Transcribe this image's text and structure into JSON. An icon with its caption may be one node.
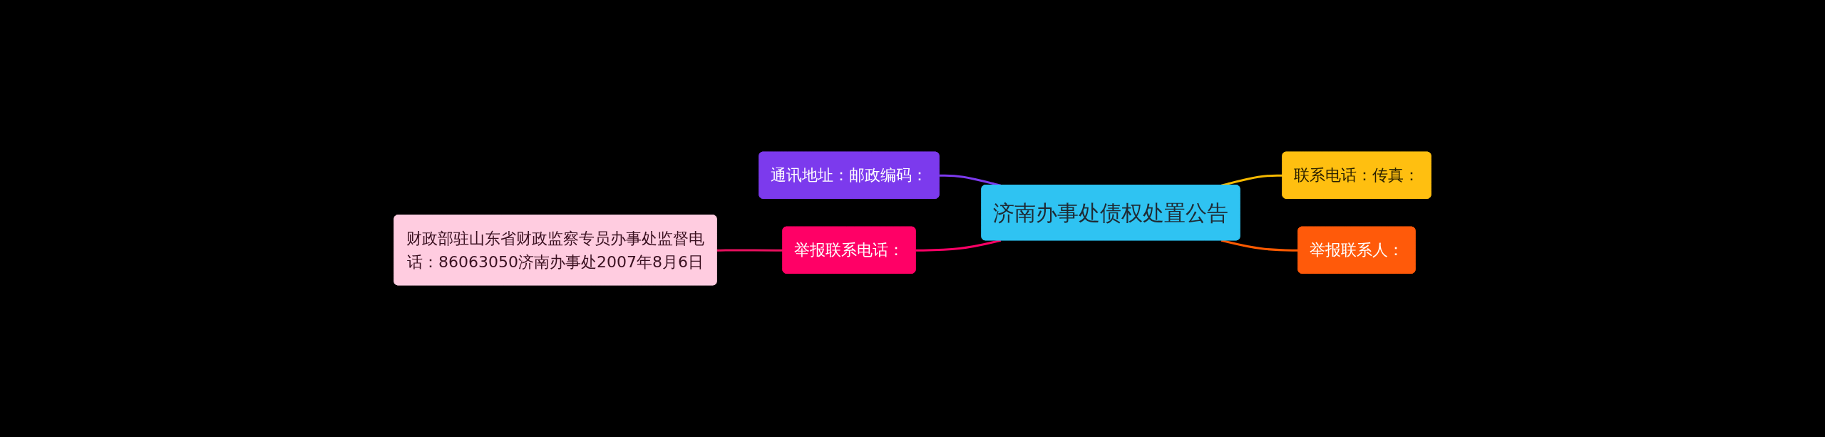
{
  "diagram": {
    "nodes": [
      {
        "text": [
          "济南办事处债权处置公告"
        ]
      },
      {
        "text": [
          "通讯地址：邮政编码："
        ]
      },
      {
        "text": [
          "举报联系电话："
        ]
      },
      {
        "text": [
          "财政部驻山东省财政监察专员办事处监督电话：86063050济南办事处2007年8月6日"
        ]
      },
      {
        "text": [
          "联系电话：传真："
        ]
      },
      {
        "text": [
          "举报联系人："
        ]
      }
    ],
    "edges": [
      {
        "from": 1,
        "to": 0,
        "arrow": "none",
        "color": "#7c3aed"
      },
      {
        "from": 3,
        "to": 2,
        "arrow": "none",
        "color": "#e8105e"
      },
      {
        "from": 2,
        "to": 0,
        "arrow": "none",
        "color": "#ff0066"
      },
      {
        "from": 0,
        "to": 4,
        "arrow": "none",
        "color": "#f5b800"
      },
      {
        "from": 0,
        "to": 5,
        "arrow": "none",
        "color": "#ff5a00"
      }
    ]
  }
}
